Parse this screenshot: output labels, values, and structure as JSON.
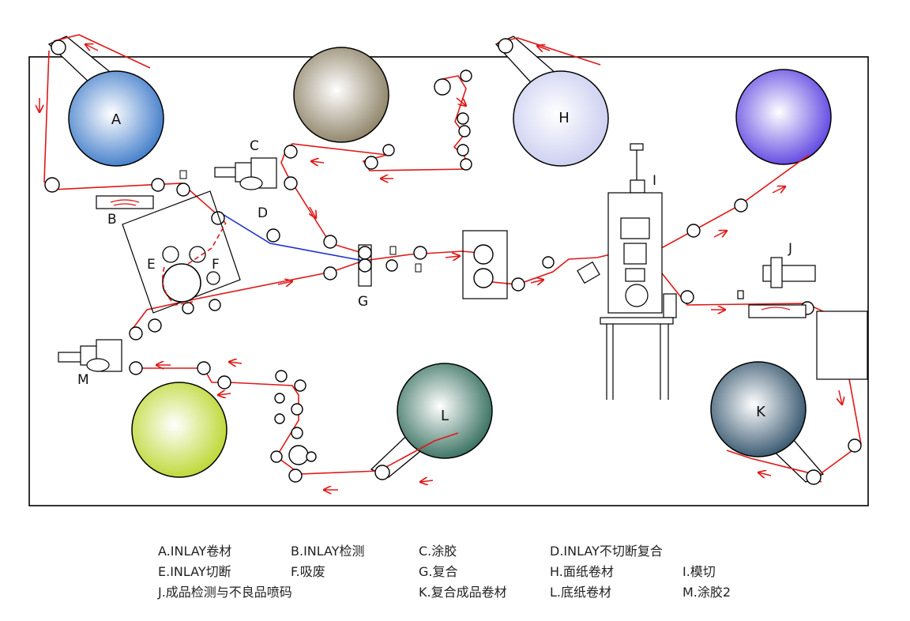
{
  "diagram": {
    "rolls": [
      {
        "id": "A",
        "label": "A",
        "color": "#3a78c8"
      },
      {
        "id": "top-unlabeled",
        "label": "",
        "color": "#8a7e62"
      },
      {
        "id": "H",
        "label": "H",
        "color": "#c9ccf0"
      },
      {
        "id": "top-right-unlabeled",
        "label": "",
        "color": "#5a3fe0"
      },
      {
        "id": "bottom-left-unlabeled",
        "label": "",
        "color": "#b9d62a"
      },
      {
        "id": "L",
        "label": "L",
        "color": "#2f6a58"
      },
      {
        "id": "K",
        "label": "K",
        "color": "#2e4f68"
      }
    ],
    "station_labels": {
      "B": "B",
      "C": "C",
      "D": "D",
      "E": "E",
      "F": "F",
      "G": "G",
      "I": "I",
      "J": "J",
      "M": "M"
    },
    "colors": {
      "web": "#e01818",
      "inlay_path": "#1a2fd0",
      "frame": "#000000"
    }
  },
  "legend": [
    [
      "A.INLAY卷材",
      "B.INLAY检测",
      "C.涂胶",
      "D.INLAY不切断复合"
    ],
    [
      "E.INLAY切断",
      "F.吸废",
      "G.复合",
      "H.面纸卷材",
      "I.模切"
    ],
    [
      "J.成品检测与不良品喷码",
      "K.复合成品卷材",
      "L.底纸卷材",
      "M.涂胶2"
    ]
  ]
}
